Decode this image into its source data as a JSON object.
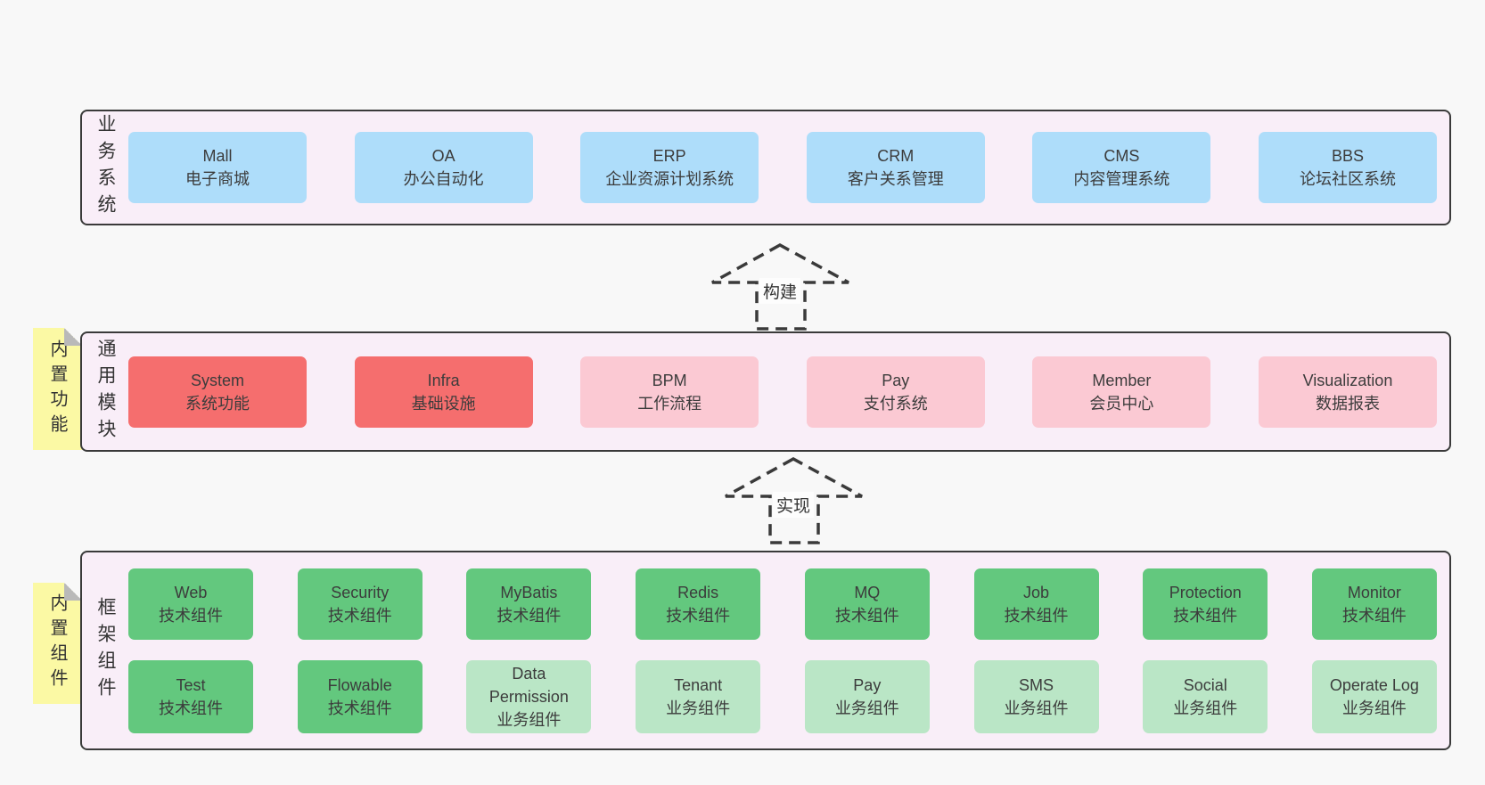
{
  "diagram": {
    "title_none_visible": "",
    "colors": {
      "page_bg": "#f8f8f8",
      "layer_bg": "#f9eef8",
      "layer_border": "#3a3a3a",
      "business_box_blue": "#aeddfa",
      "core_module_red": "#f56e6e",
      "module_pink": "#fbc9d3",
      "tech_component_green": "#63c87e",
      "biz_component_light_green": "#bae6c6",
      "sticky_yellow": "#fbf9a4",
      "sticky_fold_gray": "#b9b9b9",
      "text": "#3c3c3c"
    },
    "arrows": [
      {
        "label": "构建"
      },
      {
        "label": "实现"
      }
    ],
    "layers": [
      {
        "label": "业务系统",
        "boxes": [
          {
            "title": "Mall",
            "subtitle": "电子商城"
          },
          {
            "title": "OA",
            "subtitle": "办公自动化"
          },
          {
            "title": "ERP",
            "subtitle": "企业资源计划系统"
          },
          {
            "title": "CRM",
            "subtitle": "客户关系管理"
          },
          {
            "title": "CMS",
            "subtitle": "内容管理系统"
          },
          {
            "title": "BBS",
            "subtitle": "论坛社区系统"
          }
        ]
      },
      {
        "label": "通用模块",
        "sticky_note": "内置功能",
        "boxes": [
          {
            "title": "System",
            "subtitle": "系统功能"
          },
          {
            "title": "Infra",
            "subtitle": "基础设施"
          },
          {
            "title": "BPM",
            "subtitle": "工作流程"
          },
          {
            "title": "Pay",
            "subtitle": "支付系统"
          },
          {
            "title": "Member",
            "subtitle": "会员中心"
          },
          {
            "title": "Visualization",
            "subtitle": "数据报表"
          }
        ]
      },
      {
        "label": "框架组件",
        "sticky_note": "内置组件",
        "rows": [
          [
            {
              "title": "Web",
              "subtitle": "技术组件"
            },
            {
              "title": "Security",
              "subtitle": "技术组件"
            },
            {
              "title": "MyBatis",
              "subtitle": "技术组件"
            },
            {
              "title": "Redis",
              "subtitle": "技术组件"
            },
            {
              "title": "MQ",
              "subtitle": "技术组件"
            },
            {
              "title": "Job",
              "subtitle": "技术组件"
            },
            {
              "title": "Protection",
              "subtitle": "技术组件"
            },
            {
              "title": "Monitor",
              "subtitle": "技术组件"
            }
          ],
          [
            {
              "title": "Test",
              "subtitle": "技术组件"
            },
            {
              "title": "Flowable",
              "subtitle": "技术组件"
            },
            {
              "title": "Data Permission",
              "subtitle": "业务组件"
            },
            {
              "title": "Tenant",
              "subtitle": "业务组件"
            },
            {
              "title": "Pay",
              "subtitle": "业务组件"
            },
            {
              "title": "SMS",
              "subtitle": "业务组件"
            },
            {
              "title": "Social",
              "subtitle": "业务组件"
            },
            {
              "title": "Operate Log",
              "subtitle": "业务组件"
            }
          ]
        ]
      }
    ]
  }
}
